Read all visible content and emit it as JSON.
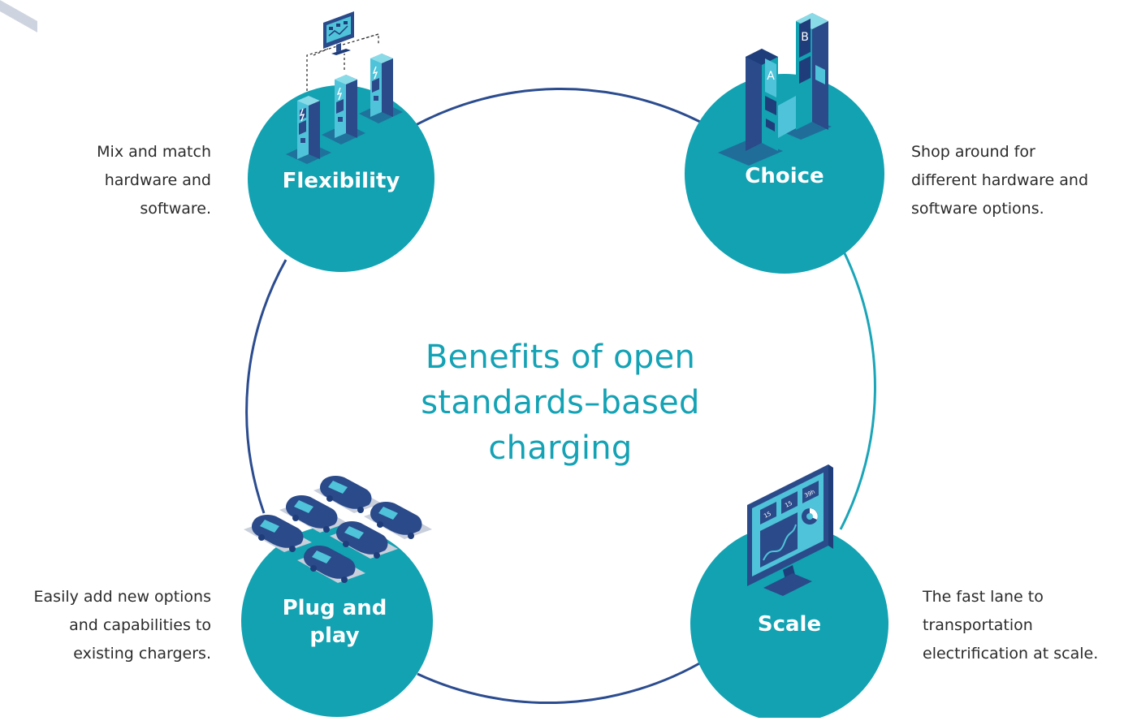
{
  "diagram": {
    "center_title_lines": [
      "Benefits of open",
      "standards–based",
      "charging"
    ],
    "nodes": [
      {
        "id": "flexibility",
        "label_lines": [
          "Flexibility"
        ],
        "description_lines": [
          "Mix and match",
          "hardware and",
          "software."
        ]
      },
      {
        "id": "choice",
        "label_lines": [
          "Choice"
        ],
        "description_lines": [
          "Shop around for",
          "different hardware and",
          "software options."
        ]
      },
      {
        "id": "plug-and-play",
        "label_lines": [
          "Plug and",
          "play"
        ],
        "description_lines": [
          "Easily add new options",
          "and capabilities to",
          "existing chargers."
        ]
      },
      {
        "id": "scale",
        "label_lines": [
          "Scale"
        ],
        "description_lines": [
          "The fast lane to",
          "transportation",
          "electrification at scale."
        ]
      }
    ],
    "icons": {
      "flexibility": "chargers-network-icon",
      "choice": "charger-options-a-b-icon",
      "plug_and_play": "parked-cars-icon",
      "scale": "analytics-monitor-icon"
    },
    "dashboard_tiles": [
      "15",
      "15",
      "39h"
    ],
    "charger_letters": [
      "A",
      "B"
    ],
    "colors": {
      "teal": "#12a2b2",
      "navy": "#2a4a8a",
      "ring_teal": "#1aa5b8",
      "ring_navy": "#2b4c8f",
      "title": "#14a2b5",
      "text": "#2b2b2b"
    }
  }
}
